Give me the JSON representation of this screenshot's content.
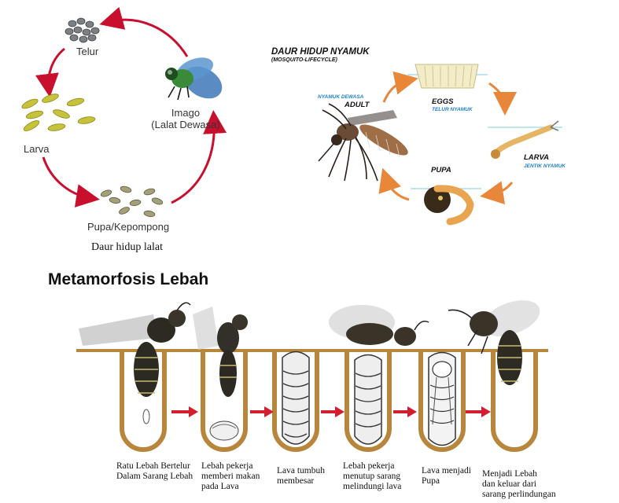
{
  "fly": {
    "stages": {
      "egg": "Telur",
      "larva": "Larva",
      "pupa": "Pupa/Kepompong",
      "adult_line1": "Imago",
      "adult_line2": "(Lalat Dewasa)"
    },
    "caption": "Daur hidup lalat",
    "arrow_color": "#c8102e"
  },
  "mosquito": {
    "title": "DAUR HIDUP NYAMUK",
    "subtitle": "(MOSQUITO-LIFECYCLE)",
    "stages": {
      "adult_id": "NYAMUK DEWASA",
      "adult": "ADULT",
      "eggs": "EGGS",
      "eggs_id": "TELUR NYAMUK",
      "larva": "LARVA",
      "larva_id": "JENTIK NYAMUK",
      "pupa": "PUPA"
    },
    "arrow_color": "#e8863a"
  },
  "bee": {
    "title": "Metamorfosis Lebah",
    "captions": [
      [
        "Ratu Lebah Bertelur",
        "Dalam Sarang Lebah"
      ],
      [
        "Lebah pekerja",
        "memberi makan",
        "pada Lava"
      ],
      [
        "Lava tumbuh",
        "membesar"
      ],
      [
        "Lebah pekerja",
        "menutup sarang",
        "melindungi lava"
      ],
      [
        "Lava menjadi",
        "Pupa"
      ],
      [
        "Menjadi Lebah",
        "dan keluar dari",
        "sarang perlindungan"
      ]
    ],
    "cell_color": "#b8863a",
    "arrow_color": "#d11f2f"
  }
}
